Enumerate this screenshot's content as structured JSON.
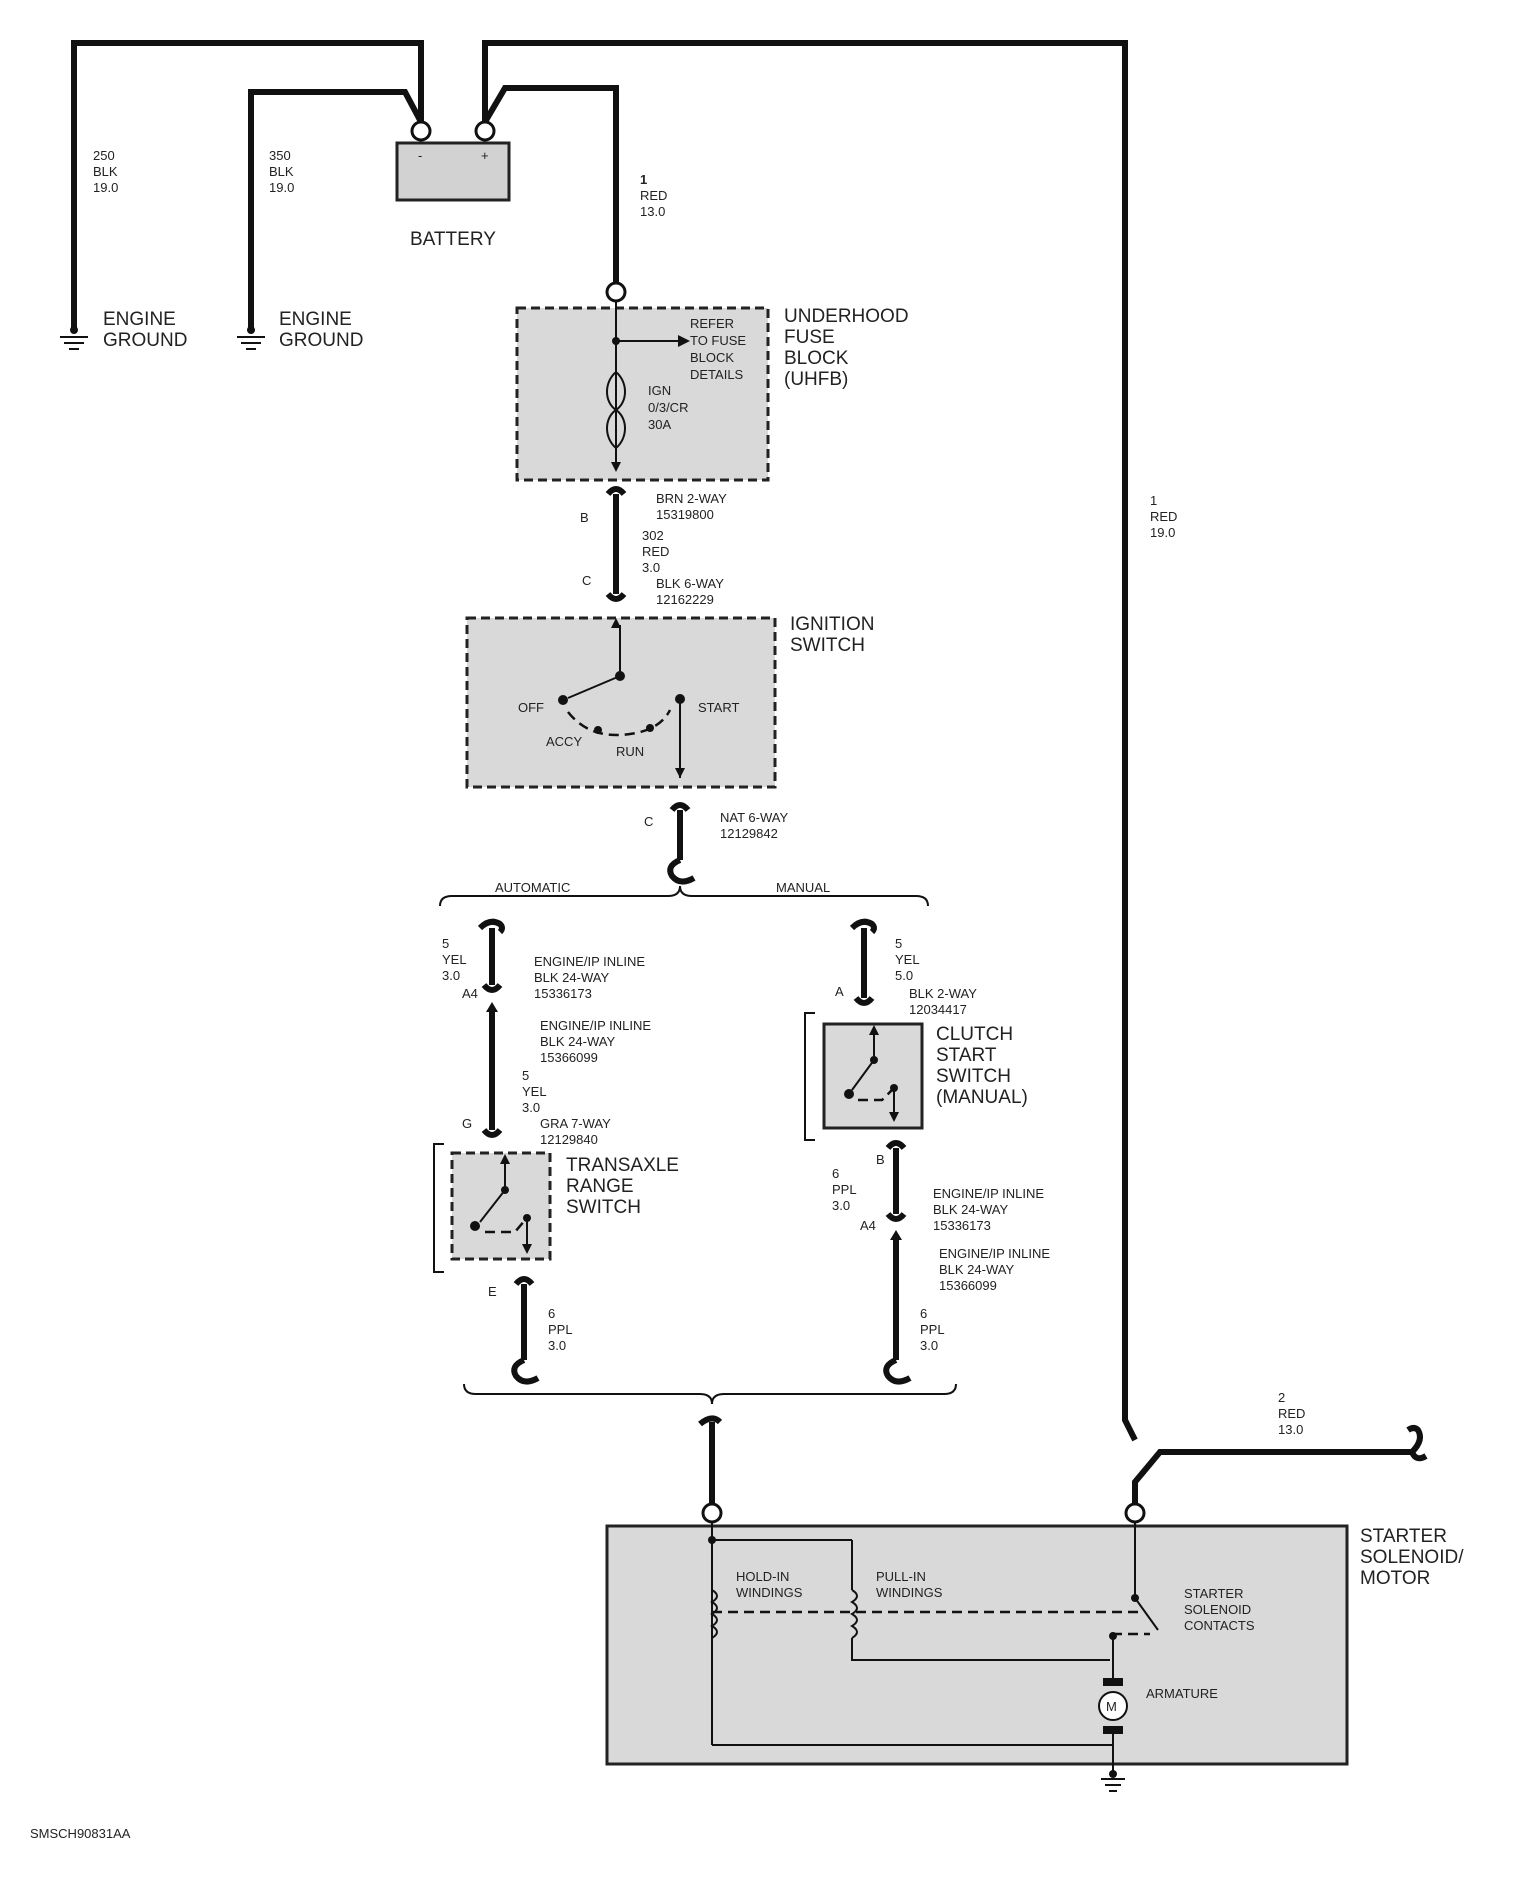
{
  "diagram_id": "SMSCH90831AA",
  "battery": {
    "label": "BATTERY",
    "neg_sign": "-",
    "pos_sign": "+"
  },
  "grounds": [
    {
      "circuit": "250",
      "color": "BLK",
      "gauge": "19.0",
      "line1": "ENGINE",
      "line2": "GROUND"
    },
    {
      "circuit": "350",
      "color": "BLK",
      "gauge": "19.0",
      "line1": "ENGINE",
      "line2": "GROUND"
    }
  ],
  "battery_feed": {
    "circuit": "1",
    "color": "RED",
    "gauge": "13.0"
  },
  "starter_feed": {
    "circuit": "1",
    "color": "RED",
    "gauge": "19.0"
  },
  "uhfb": {
    "title": [
      "UNDERHOOD",
      "FUSE",
      "BLOCK",
      "(UHFB)"
    ],
    "refer": [
      "REFER",
      "TO FUSE",
      "BLOCK",
      "DETAILS"
    ],
    "fuse": [
      "IGN",
      "0/3/CR",
      "30A"
    ]
  },
  "conn_uhfb_out": {
    "pin": "B",
    "name": "BRN 2-WAY",
    "part": "15319800"
  },
  "wire_302": {
    "circuit": "302",
    "color": "RED",
    "gauge": "3.0"
  },
  "conn_ign_in": {
    "pin": "C",
    "name": "BLK 6-WAY",
    "part": "12162229"
  },
  "ignition": {
    "title": [
      "IGNITION",
      "SWITCH"
    ],
    "positions": {
      "off": "OFF",
      "accy": "ACCY",
      "run": "RUN",
      "start": "START"
    }
  },
  "conn_ign_out": {
    "pin": "C",
    "name": "NAT 6-WAY",
    "part": "12129842"
  },
  "branch_labels": {
    "automatic": "AUTOMATIC",
    "manual": "MANUAL"
  },
  "automatic": {
    "wire1": {
      "circuit": "5",
      "color": "YEL",
      "gauge": "3.0"
    },
    "inline_a": {
      "pin": "A4",
      "l1": "ENGINE/IP INLINE",
      "l2": "BLK 24-WAY",
      "part": "15336173"
    },
    "inline_b": {
      "l1": "ENGINE/IP INLINE",
      "l2": "BLK 24-WAY",
      "part": "15366099"
    },
    "wire2": {
      "circuit": "5",
      "color": "YEL",
      "gauge": "3.0"
    },
    "conn_g": {
      "pin": "G",
      "name": "GRA 7-WAY",
      "part": "12129840"
    },
    "switch_title": [
      "TRANSAXLE",
      "RANGE",
      "SWITCH"
    ],
    "pin_e": "E",
    "wire3": {
      "circuit": "6",
      "color": "PPL",
      "gauge": "3.0"
    }
  },
  "manual": {
    "wire1": {
      "circuit": "5",
      "color": "YEL",
      "gauge": "5.0"
    },
    "conn_a": {
      "pin": "A",
      "name": "BLK 2-WAY",
      "part": "12034417"
    },
    "switch_title": [
      "CLUTCH",
      "START",
      "SWITCH",
      "(MANUAL)"
    ],
    "pin_b": "B",
    "wire2": {
      "circuit": "6",
      "color": "PPL",
      "gauge": "3.0"
    },
    "inline_a": {
      "pin": "A4",
      "l1": "ENGINE/IP INLINE",
      "l2": "BLK 24-WAY",
      "part": "15336173"
    },
    "inline_b": {
      "l1": "ENGINE/IP INLINE",
      "l2": "BLK 24-WAY",
      "part": "15366099"
    },
    "wire3": {
      "circuit": "6",
      "color": "PPL",
      "gauge": "3.0"
    }
  },
  "wire_2": {
    "circuit": "2",
    "color": "RED",
    "gauge": "13.0"
  },
  "starter": {
    "title": [
      "STARTER",
      "SOLENOID/",
      "MOTOR"
    ],
    "hold": [
      "HOLD-IN",
      "WINDINGS"
    ],
    "pull": [
      "PULL-IN",
      "WINDINGS"
    ],
    "contacts": [
      "STARTER",
      "SOLENOID",
      "CONTACTS"
    ],
    "armature": "ARMATURE",
    "motor_symbol": "M"
  }
}
